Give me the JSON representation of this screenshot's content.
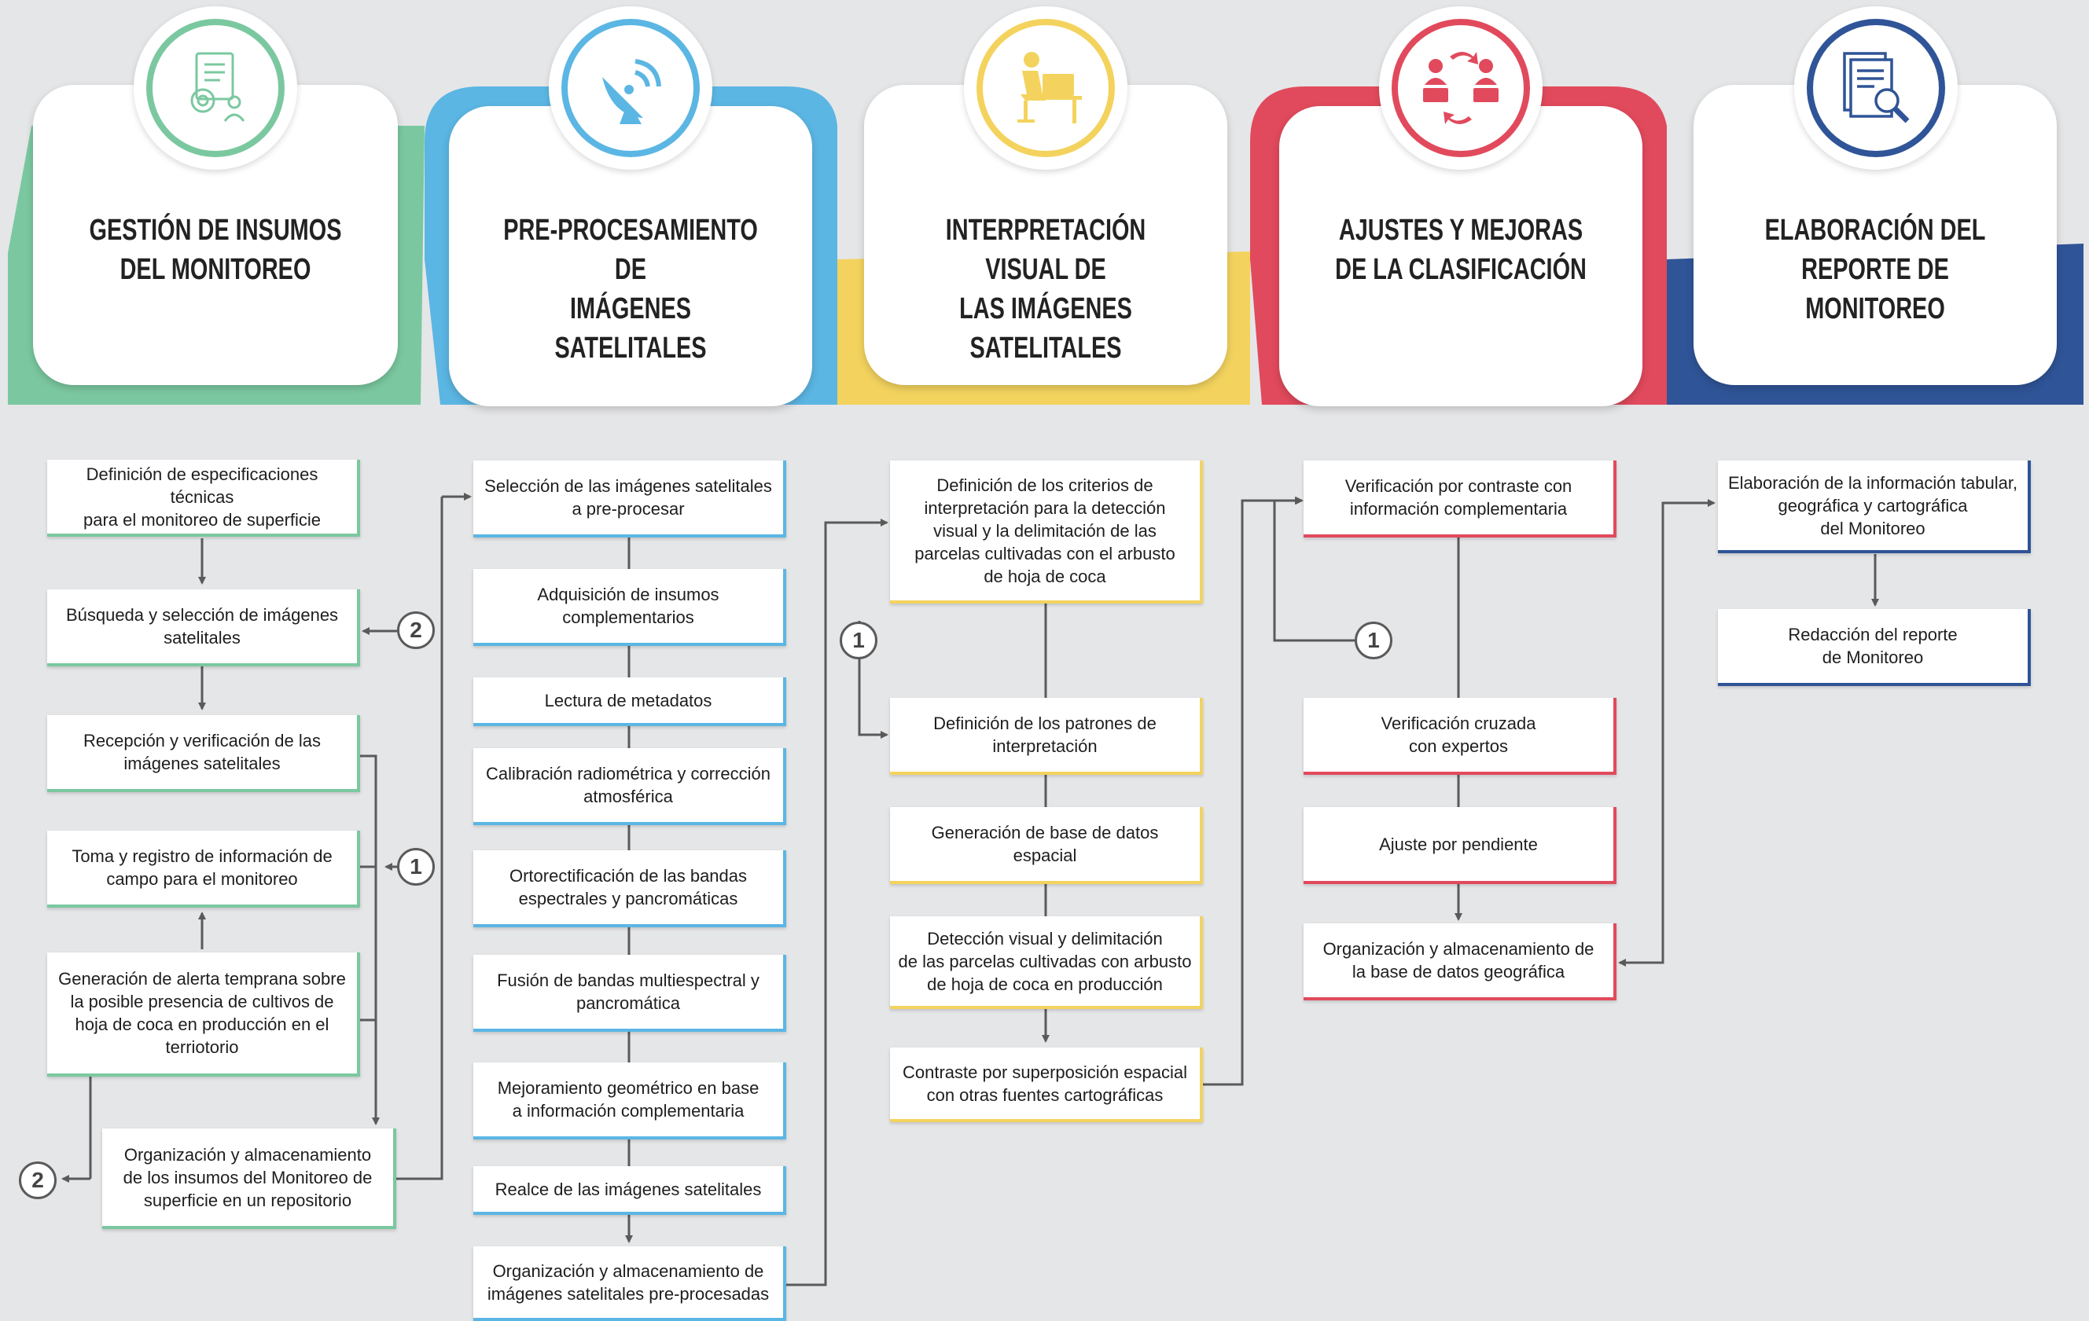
{
  "colors": {
    "green": "#7bc8a0",
    "blue": "#5bb6e3",
    "yellow": "#f3d35e",
    "red": "#e14a5c",
    "navy": "#2f5497",
    "connector": "#5a5a5a",
    "background": "#e5e6e8"
  },
  "stages": [
    {
      "title": "GESTIÓN DE INSUMOS\nDEL MONITOREO",
      "icon": "gear-checklist-icon"
    },
    {
      "title": "PRE-PROCESAMIENTO DE\nIMÁGENES SATELITALES",
      "icon": "satellite-dish-icon"
    },
    {
      "title": "INTERPRETACIÓN VISUAL DE\nLAS IMÁGENES SATELITALES",
      "icon": "person-at-desk-icon"
    },
    {
      "title": "AJUSTES Y MEJORAS\nDE LA CLASIFICACIÓN",
      "icon": "experts-exchange-icon"
    },
    {
      "title": "ELABORACIÓN DEL\nREPORTE DE MONITOREO",
      "icon": "document-search-icon"
    }
  ],
  "columns": [
    {
      "steps": [
        "Definición de especificaciones técnicas\npara el monitoreo de superficie",
        "Búsqueda y selección de imágenes\nsatelitales",
        "Recepción y verificación de las\nimágenes satelitales",
        "Toma y registro de información de\ncampo para el monitoreo",
        "Generación de alerta temprana sobre\nla posible presencia de cultivos de\nhoja de coca en producción en el\nterriotorio",
        "Organización y almacenamiento\nde los insumos del Monitoreo de\nsuperficie en un repositorio"
      ]
    },
    {
      "steps": [
        "Selección de las imágenes satelitales\na pre-procesar",
        "Adquisición de insumos\ncomplementarios",
        "Lectura de metadatos",
        "Calibración radiométrica y corrección\natmosférica",
        "Ortorectificación de las bandas\nespectrales y pancromáticas",
        "Fusión de bandas multiespectral y\npancromática",
        "Mejoramiento geométrico en base\na información complementaria",
        "Realce de las imágenes satelitales",
        "Organización y almacenamiento de\nimágenes satelitales pre-procesadas"
      ]
    },
    {
      "steps": [
        "Definición de los criterios de\ninterpretación para la detección\nvisual y la delimitación de las\nparcelas cultivadas con el arbusto\nde hoja de coca",
        "Definición de los patrones de\ninterpretación",
        "Generación de base de datos\nespacial",
        "Detección visual y delimitación\nde las parcelas cultivadas con arbusto\nde hoja de coca en producción",
        "Contraste por superposición espacial\ncon otras fuentes cartográficas"
      ]
    },
    {
      "steps": [
        "Verificación por contraste con\ninformación complementaria",
        "Verificación cruzada\ncon expertos",
        "Ajuste por pendiente",
        "Organización y almacenamiento de\nla base de datos geográfica"
      ]
    },
    {
      "steps": [
        "Elaboración de la información tabular,\ngeográfica y cartográfica\ndel Monitoreo",
        "Redacción del reporte\nde Monitoreo"
      ]
    }
  ],
  "badges": {
    "one": "1",
    "two": "2"
  }
}
